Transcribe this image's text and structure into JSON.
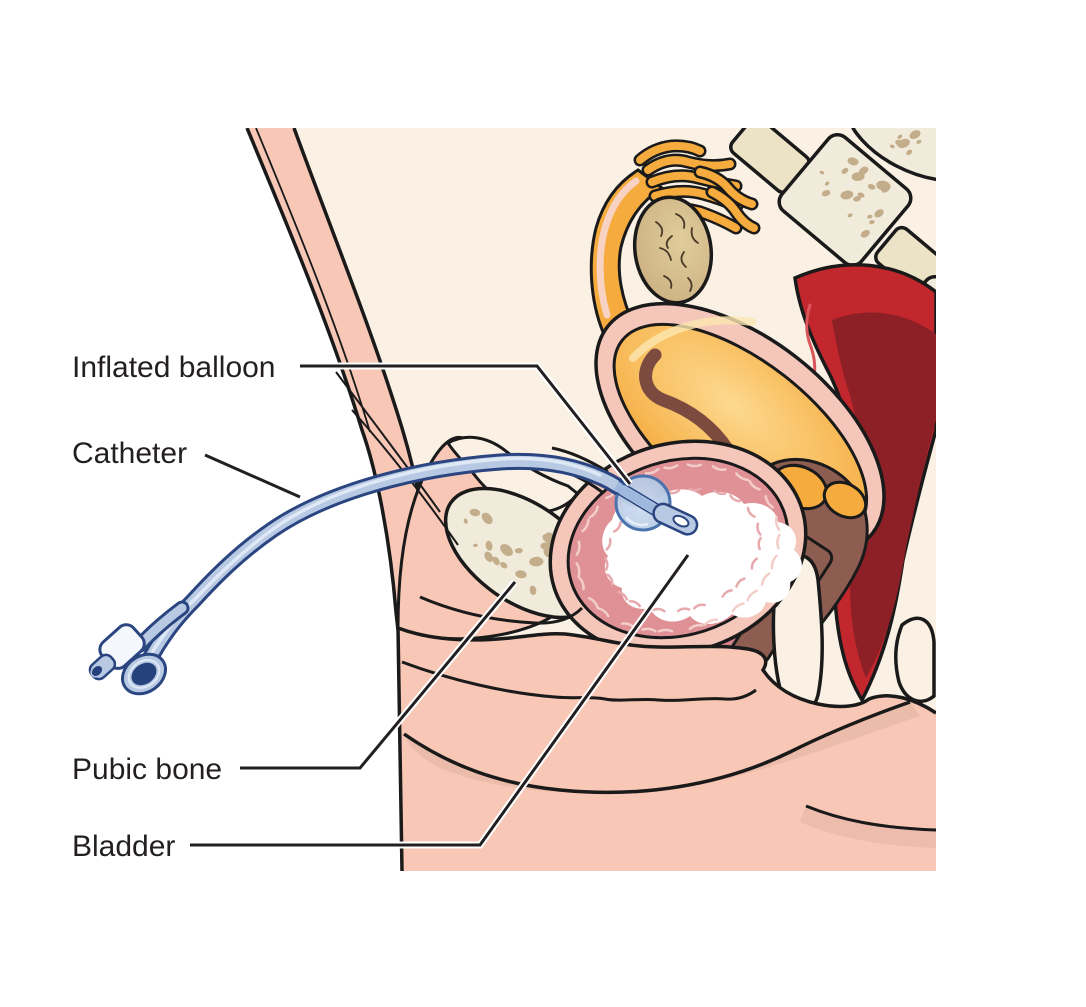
{
  "figure": {
    "kind": "anatomical-illustration",
    "labels": {
      "inflated_balloon": "Inflated balloon",
      "catheter": "Catheter",
      "pubic_bone": "Pubic bone",
      "bladder": "Bladder"
    }
  },
  "colors": {
    "page": "#ffffff",
    "interior_cream": "#faf1e4",
    "flesh": "#f8c7b6",
    "flesh_shadow": "#e2b2a3",
    "outline": "#231f20",
    "bone_cream": "#f0ebdb",
    "bone_disc": "#ece3c6",
    "bone_speckle": "#c3ad8b",
    "rectum_red": "#c1272d",
    "rectum_dark": "#8c2026",
    "rectum_squiggle": "#d9565c",
    "uterus_orange": "#f5ab3d",
    "uterus_light": "#fdd98f",
    "uterus_cavity": "#7d4a3f",
    "serosa_pink": "#f5c6ba",
    "vagina_mauve": "#8e5d52",
    "ovary_tan": "#cdb183",
    "ovary_light": "#e0cc9c",
    "bladder_wall_rose": "#df9196",
    "bladder_tick_light": "#f3cdc9",
    "bladder_tick_dark": "#e8a9ad",
    "bladder_lumen": "#ffffff",
    "canal_rose": "#d4828a",
    "catheter_blue": "#b8c9e4",
    "catheter_navy": "#2a4580",
    "catheter_opening": "#26427c",
    "catheter_highlight": "#dfe9f6",
    "valve_white": "#f4f7fb",
    "balloon_fill": "#bccde7",
    "balloon_outline": "#4a73ae"
  }
}
